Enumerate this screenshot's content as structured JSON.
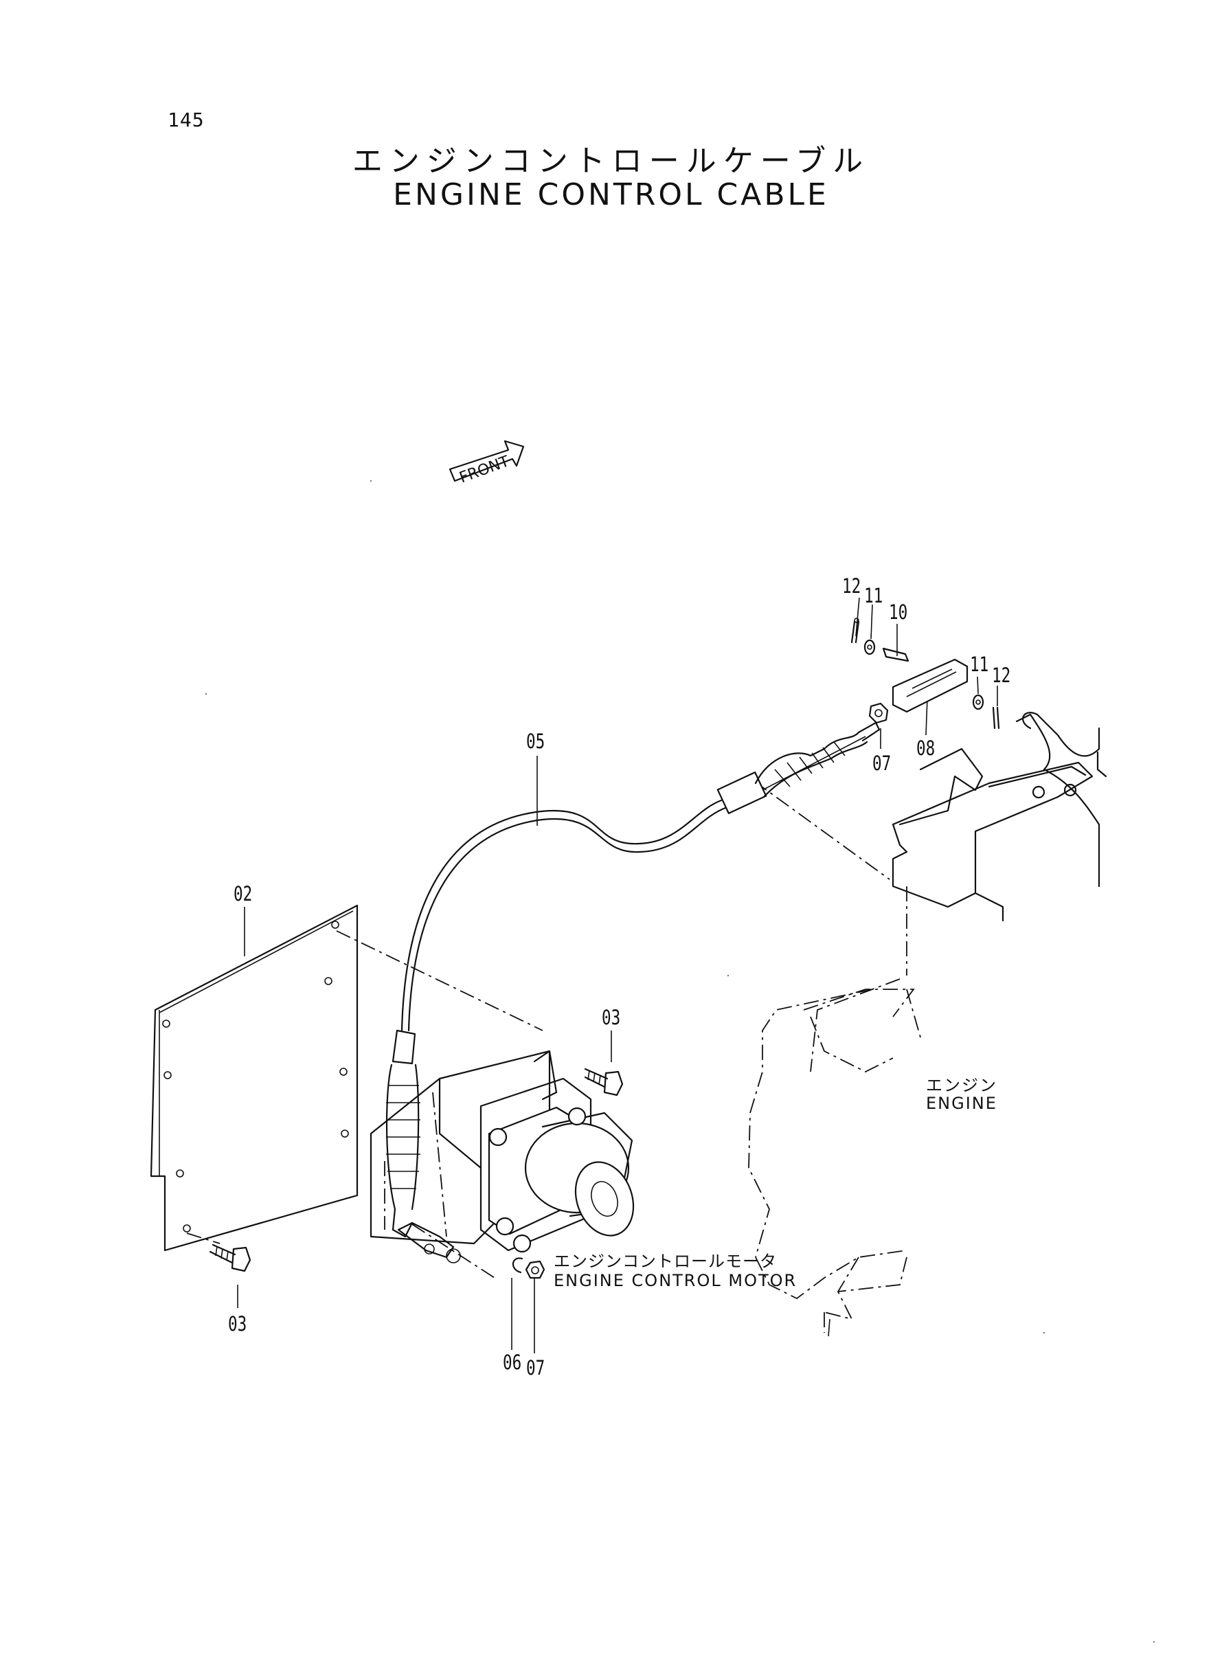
{
  "page_number": "145",
  "title": {
    "ja": "エンジンコントロールケーブル",
    "en": "ENGINE CONTROL CABLE"
  },
  "front_marker": "FRONT",
  "callouts": [
    {
      "id": "c12a",
      "text": "12"
    },
    {
      "id": "c11a",
      "text": "11"
    },
    {
      "id": "c10",
      "text": "10"
    },
    {
      "id": "c11b",
      "text": "11"
    },
    {
      "id": "c12b",
      "text": "12"
    },
    {
      "id": "c05",
      "text": "05"
    },
    {
      "id": "c07a",
      "text": "07"
    },
    {
      "id": "c08",
      "text": "08"
    },
    {
      "id": "c02",
      "text": "02"
    },
    {
      "id": "c03a",
      "text": "03"
    },
    {
      "id": "c03b",
      "text": "03"
    },
    {
      "id": "c06",
      "text": "06"
    },
    {
      "id": "c07b",
      "text": "07"
    }
  ],
  "labels": {
    "engine_ja": "エンジン",
    "engine_en": "ENGINE",
    "motor_ja": "エンジンコントロールモータ",
    "motor_en": "ENGINE CONTROL MOTOR"
  }
}
